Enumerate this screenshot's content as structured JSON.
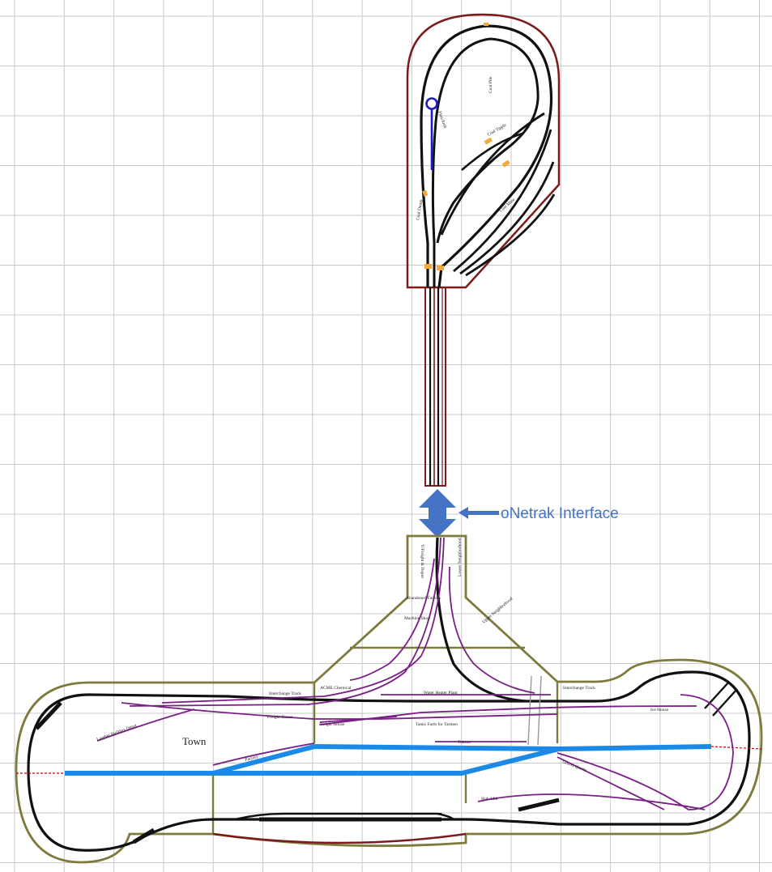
{
  "interface_label": "oNetrak Interface",
  "town_label": "Town",
  "colors": {
    "grid": "#c8c8c8",
    "mine_border": "#7b1b1b",
    "main_border": "#7d7a3c",
    "track": "#111111",
    "spur": "#7a1f86",
    "road": "#1a8ae6",
    "arrow": "#4472c4",
    "tie": "#f2a93b",
    "turntable": "#1d1dc8"
  },
  "mine_labels": {
    "coal_pile": "Coal Pile",
    "flux_mine": "Flux/Junk",
    "coal_tipple": "Coal Tipple",
    "coal_mine": "Coal Mine",
    "coal_dump": "Coal Dump"
  },
  "industry_labels": {
    "yfreight": "Y/Freight & Depot",
    "lower_neighborhood": "Lower Neighborhood",
    "abandoned_factory": "Abandoned Factory",
    "machine_shop": "Machine Shop",
    "upper_neighborhood": "Upper Neighborhood",
    "interchange_track": "Interchange Track",
    "acme_chemical": "ACME Chemical",
    "water_heater_plant": "Water Heater Plant",
    "interchange_track_right": "Interchange Track",
    "freight_house": "Freight House",
    "freight_house_2": "Freight House",
    "tanks_farm": "Tanks Farm for Tarmen",
    "ice_house": "Ice House",
    "lumber_yard": "Lumber Builders Depot",
    "tokens": "Tokens",
    "factory": "Factory",
    "gravel_quarry": "Gravel Quarry",
    "slab_mill": "Slab Mill"
  }
}
